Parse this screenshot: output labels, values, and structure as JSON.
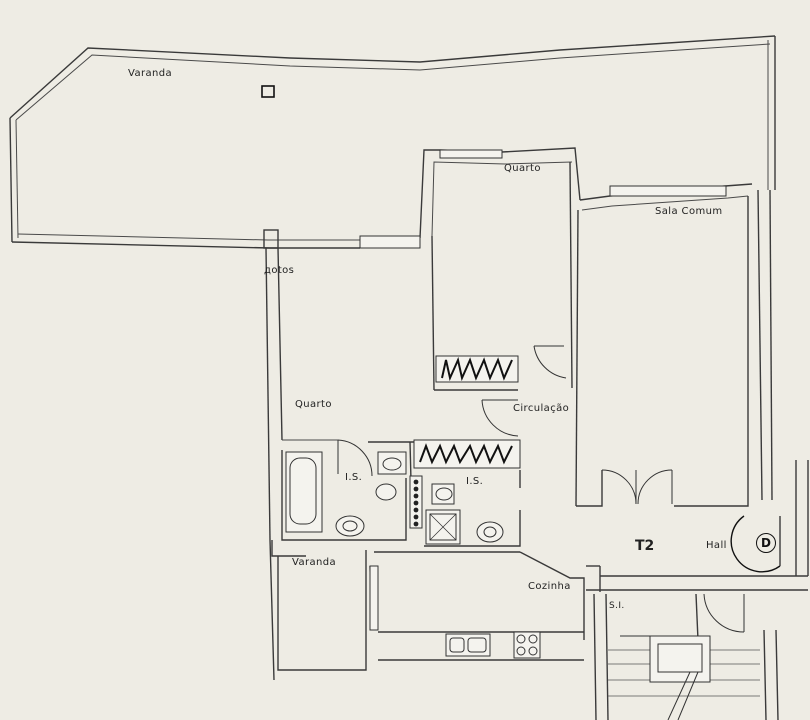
{
  "floor_plan": {
    "unit": "T2",
    "rooms": {
      "varanda_top": "Varanda",
      "quarto_top": "Quarto",
      "sala_comum": "Sala Comum",
      "quarto_left_partial": "дotos",
      "quarto_left": "Quarto",
      "circulacao": "Circulação",
      "is_left": "I.S.",
      "is_right": "I.S.",
      "hall": "Hall",
      "varanda_bottom": "Varanda",
      "cozinha": "Cozinha",
      "stair_service": "S.I."
    },
    "door_badge": "D"
  }
}
